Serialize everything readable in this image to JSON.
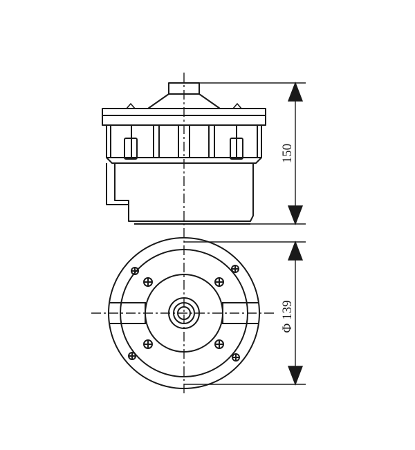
{
  "dimensions": {
    "height_label": "150",
    "diameter_label": "Φ 139"
  },
  "views": {
    "side": "side-elevation",
    "plan": "bottom-plan"
  },
  "colors": {
    "line": "#1a1a1a",
    "background": "#ffffff"
  }
}
